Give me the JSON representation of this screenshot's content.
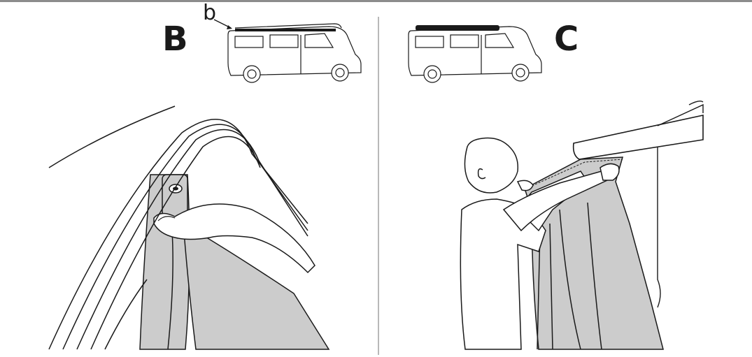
{
  "panels": [
    {
      "step": "B",
      "callout": "b"
    },
    {
      "step": "C"
    }
  ],
  "colors": {
    "line": "#1a1a1a",
    "fabric": "#cccccc",
    "awning_rail": "#1a1a1a",
    "divider": "#b8b8b8",
    "topbar": "#8c8c8c"
  }
}
